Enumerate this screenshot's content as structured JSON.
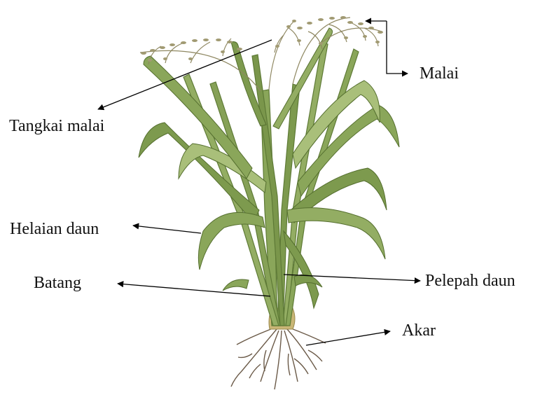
{
  "labels": {
    "malai": "Malai",
    "tangkai_malai": "Tangkai malai",
    "helaian_daun": "Helaian daun",
    "batang": "Batang",
    "pelepah_daun": "Pelepah daun",
    "akar": "Akar"
  },
  "colors": {
    "leaf": "#7d9a4e",
    "leaf_dark": "#556f2f",
    "leaf_light": "#a9bf7a",
    "grain": "#a19a72",
    "base": "#c9b676",
    "root": "#6b5a48",
    "arrow": "#000000"
  }
}
